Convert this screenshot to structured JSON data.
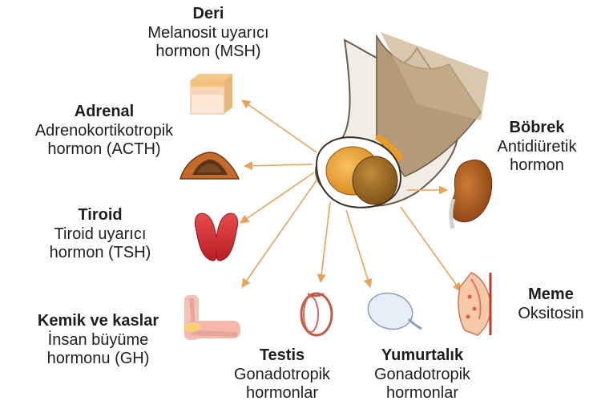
{
  "diagram": {
    "organs": [
      {
        "id": "skin",
        "organ": "Deri",
        "hormone_lines": [
          "Melanosit uyarıcı",
          "hormon (MSH)"
        ]
      },
      {
        "id": "adrenal",
        "organ": "Adrenal",
        "hormone_lines": [
          "Adrenokortikotropik",
          "hormon (ACTH)"
        ]
      },
      {
        "id": "thyroid",
        "organ": "Tiroid",
        "hormone_lines": [
          "Tiroid uyarıcı",
          "hormon (TSH)"
        ]
      },
      {
        "id": "bone",
        "organ": "Kemik ve kaslar",
        "hormone_lines": [
          "İnsan büyüme",
          "hormonu (GH)"
        ]
      },
      {
        "id": "testis",
        "organ": "Testis",
        "hormone_lines": [
          "Gonadotropik",
          "hormonlar"
        ]
      },
      {
        "id": "ovary",
        "organ": "Yumurtalık",
        "hormone_lines": [
          "Gonadotropik",
          "hormonlar"
        ]
      },
      {
        "id": "kidney",
        "organ": "Böbrek",
        "hormone_lines": [
          "Antidiüretik",
          "hormon"
        ]
      },
      {
        "id": "breast",
        "organ": "Meme",
        "hormone_lines": [
          "Oksitosin"
        ]
      }
    ],
    "colors": {
      "arrow": "#e9a25a",
      "anterior_lobe": "#e99a2a",
      "posterior_lobe": "#a8701f",
      "stalk": "#b39a78",
      "kidney": "#a95a1e"
    }
  }
}
